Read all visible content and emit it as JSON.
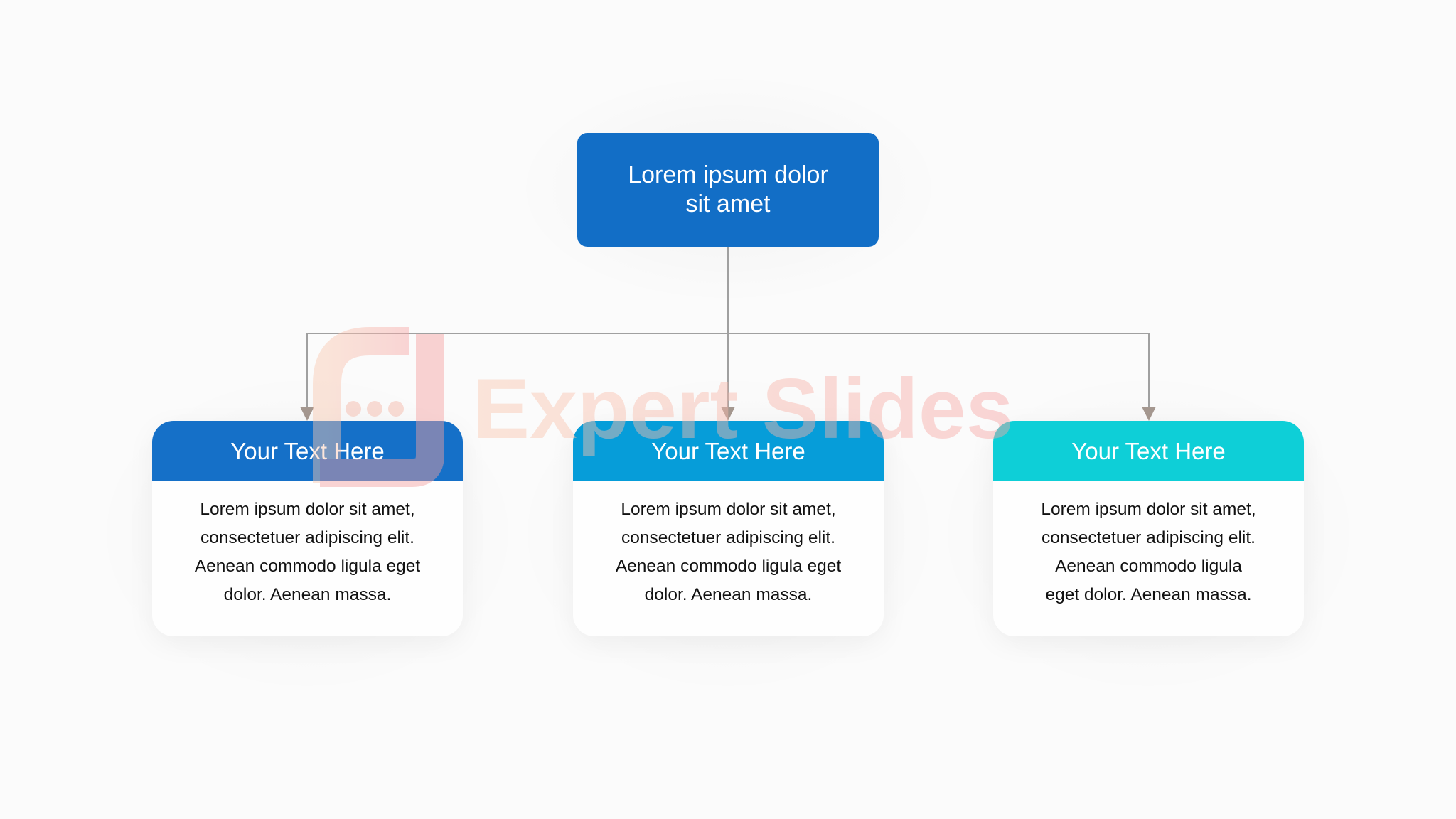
{
  "diagram": {
    "root": {
      "label": "Lorem ipsum dolor\nsit amet",
      "color": "#126ec6"
    },
    "children": [
      {
        "title": "Your Text Here",
        "color": "#1570c8",
        "body": "Lorem ipsum dolor sit amet,\nconsectetuer adipiscing elit.\nAenean commodo ligula eget\ndolor. Aenean massa."
      },
      {
        "title": "Your Text Here",
        "color": "#069dd9",
        "body": "Lorem ipsum dolor sit amet,\nconsectetuer adipiscing elit.\nAenean commodo ligula eget\ndolor. Aenean massa."
      },
      {
        "title": "Your Text Here",
        "color": "#0ecfd7",
        "body": "Lorem ipsum dolor sit amet,\nconsectetuer adipiscing elit.\nAenean commodo ligula\neget dolor. Aenean massa."
      }
    ],
    "connector_color": "#a0a0a0"
  },
  "watermark": {
    "text": "Expert Slides"
  }
}
